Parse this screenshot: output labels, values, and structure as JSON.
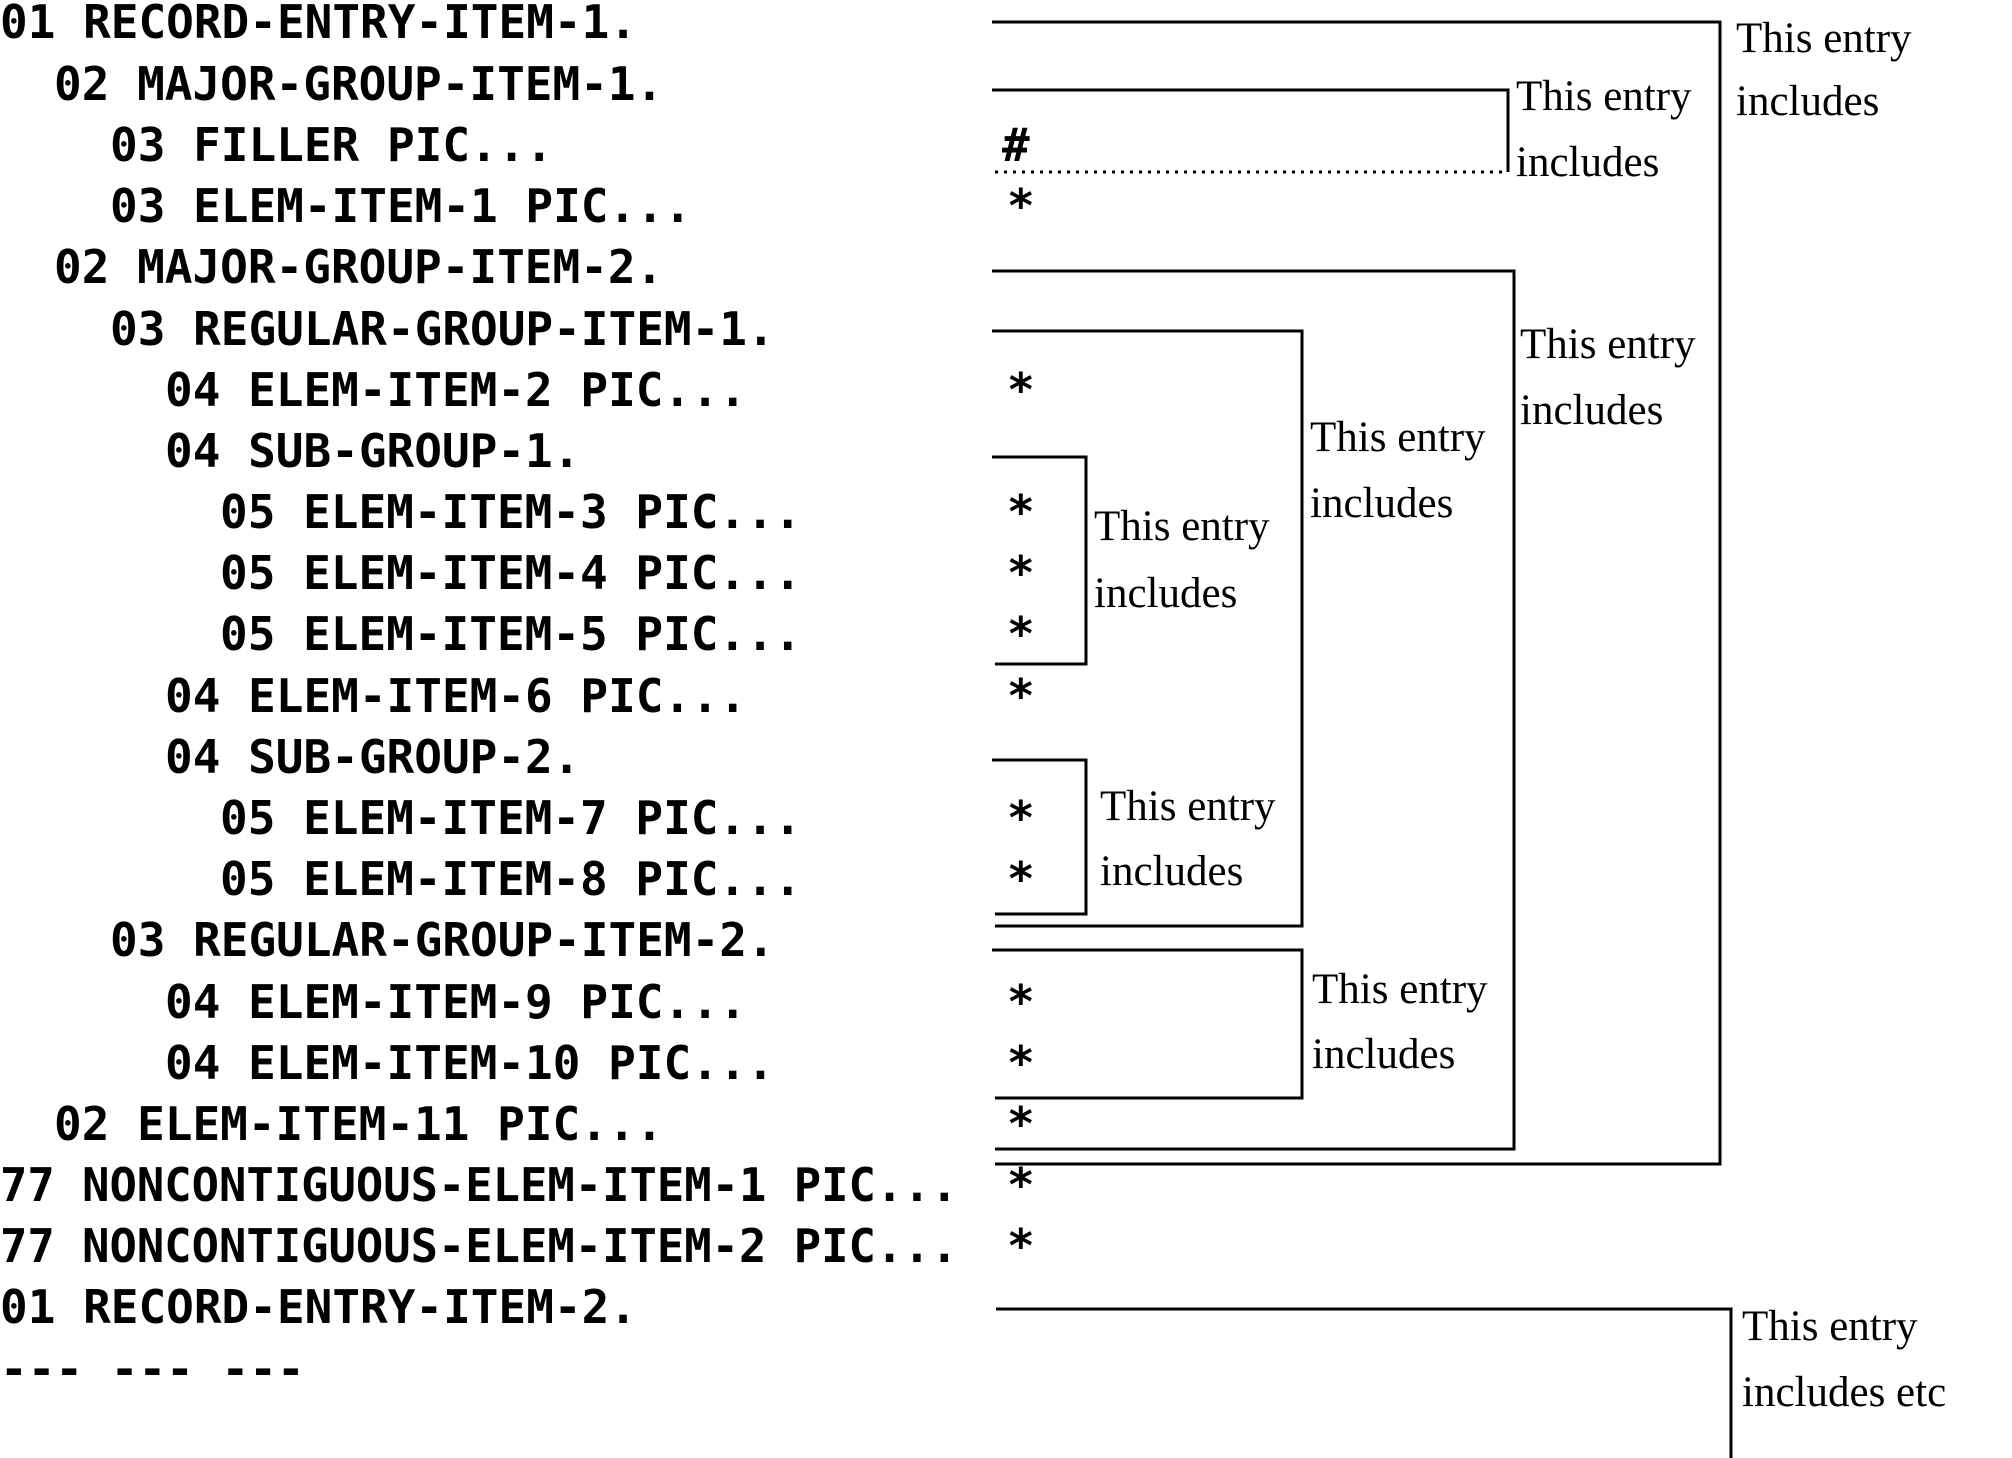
{
  "entries": [
    {
      "text": "01 RECORD-ENTRY-ITEM-1.",
      "marker": ""
    },
    {
      "text": "02 MAJOR-GROUP-ITEM-1.",
      "marker": ""
    },
    {
      "text": "03 FILLER PIC...",
      "marker": "#"
    },
    {
      "text": "03 ELEM-ITEM-1 PIC...",
      "marker": "*"
    },
    {
      "text": "02 MAJOR-GROUP-ITEM-2.",
      "marker": ""
    },
    {
      "text": "03 REGULAR-GROUP-ITEM-1.",
      "marker": ""
    },
    {
      "text": "04 ELEM-ITEM-2 PIC...",
      "marker": "*"
    },
    {
      "text": "04 SUB-GROUP-1.",
      "marker": ""
    },
    {
      "text": "05 ELEM-ITEM-3 PIC...",
      "marker": "*"
    },
    {
      "text": "05 ELEM-ITEM-4 PIC...",
      "marker": "*"
    },
    {
      "text": "05 ELEM-ITEM-5 PIC...",
      "marker": "*"
    },
    {
      "text": "04 ELEM-ITEM-6 PIC...",
      "marker": "*"
    },
    {
      "text": "04 SUB-GROUP-2.",
      "marker": ""
    },
    {
      "text": "05 ELEM-ITEM-7 PIC...",
      "marker": "*"
    },
    {
      "text": "05 ELEM-ITEM-8 PIC...",
      "marker": "*"
    },
    {
      "text": "03 REGULAR-GROUP-ITEM-2.",
      "marker": ""
    },
    {
      "text": "04 ELEM-ITEM-9 PIC...",
      "marker": "*"
    },
    {
      "text": "04 ELEM-ITEM-10 PIC...",
      "marker": "*"
    },
    {
      "text": "02 ELEM-ITEM-11 PIC...",
      "marker": "*"
    },
    {
      "text": "77 NONCONTIGUOUS-ELEM-ITEM-1 PIC...",
      "marker": "*"
    },
    {
      "text": "77 NONCONTIGUOUS-ELEM-ITEM-2 PIC...",
      "marker": "*"
    },
    {
      "text": "01 RECORD-ENTRY-ITEM-2.",
      "marker": ""
    },
    {
      "text": "--- --- ---",
      "marker": ""
    }
  ],
  "brackets": [
    {
      "id": "record-entry-item-1",
      "line1": "This entry",
      "line2": "includes"
    },
    {
      "id": "major-group-item-1",
      "line1": "This entry",
      "line2": "includes"
    },
    {
      "id": "major-group-item-2",
      "line1": "This entry",
      "line2": "includes"
    },
    {
      "id": "regular-group-item-1",
      "line1": "This entry",
      "line2": "includes"
    },
    {
      "id": "sub-group-1",
      "line1": "This entry",
      "line2": "includes"
    },
    {
      "id": "sub-group-2",
      "line1": "This entry",
      "line2": "includes"
    },
    {
      "id": "regular-group-item-2",
      "line1": "This entry",
      "line2": "includes"
    },
    {
      "id": "record-entry-item-2",
      "line1": "This entry",
      "line2": "includes etc"
    }
  ]
}
